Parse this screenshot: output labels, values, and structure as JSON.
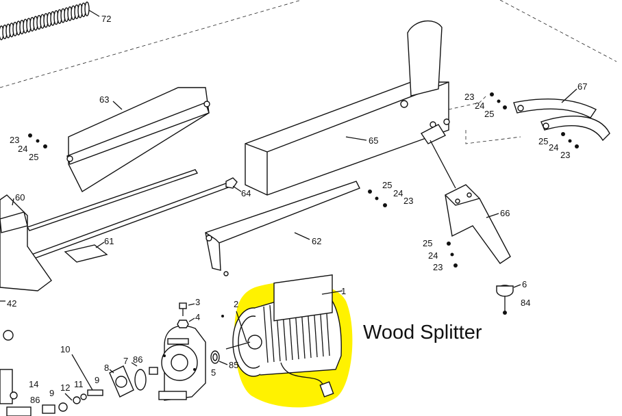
{
  "caption": "Wood Splitter",
  "highlight_color": "#fff200",
  "part_labels": [
    {
      "id": "72",
      "text": "72"
    },
    {
      "id": "63",
      "text": "63"
    },
    {
      "id": "65",
      "text": "65"
    },
    {
      "id": "67",
      "text": "67"
    },
    {
      "id": "60",
      "text": "60"
    },
    {
      "id": "61",
      "text": "61"
    },
    {
      "id": "62",
      "text": "62"
    },
    {
      "id": "64",
      "text": "64"
    },
    {
      "id": "66",
      "text": "66"
    },
    {
      "id": "6",
      "text": "6"
    },
    {
      "id": "84",
      "text": "84"
    },
    {
      "id": "1",
      "text": "1"
    },
    {
      "id": "2",
      "text": "2"
    },
    {
      "id": "3",
      "text": "3"
    },
    {
      "id": "4",
      "text": "4"
    },
    {
      "id": "5",
      "text": "5"
    },
    {
      "id": "85",
      "text": "85"
    },
    {
      "id": "86a",
      "text": "86"
    },
    {
      "id": "86b",
      "text": "86"
    },
    {
      "id": "7",
      "text": "7"
    },
    {
      "id": "8",
      "text": "8"
    },
    {
      "id": "9a",
      "text": "9"
    },
    {
      "id": "9b",
      "text": "9"
    },
    {
      "id": "10",
      "text": "10"
    },
    {
      "id": "11",
      "text": "11"
    },
    {
      "id": "12",
      "text": "12"
    },
    {
      "id": "14",
      "text": "14"
    },
    {
      "id": "42",
      "text": "42"
    },
    {
      "id": "23a",
      "text": "23"
    },
    {
      "id": "24a",
      "text": "24"
    },
    {
      "id": "25a",
      "text": "25"
    },
    {
      "id": "23b",
      "text": "23"
    },
    {
      "id": "24b",
      "text": "24"
    },
    {
      "id": "25b",
      "text": "25"
    },
    {
      "id": "23c",
      "text": "23"
    },
    {
      "id": "24c",
      "text": "24"
    },
    {
      "id": "25c",
      "text": "25"
    },
    {
      "id": "23d",
      "text": "23"
    },
    {
      "id": "24d",
      "text": "24"
    },
    {
      "id": "25d",
      "text": "25"
    },
    {
      "id": "23e",
      "text": "23"
    },
    {
      "id": "24e",
      "text": "24"
    },
    {
      "id": "25e",
      "text": "25"
    }
  ]
}
